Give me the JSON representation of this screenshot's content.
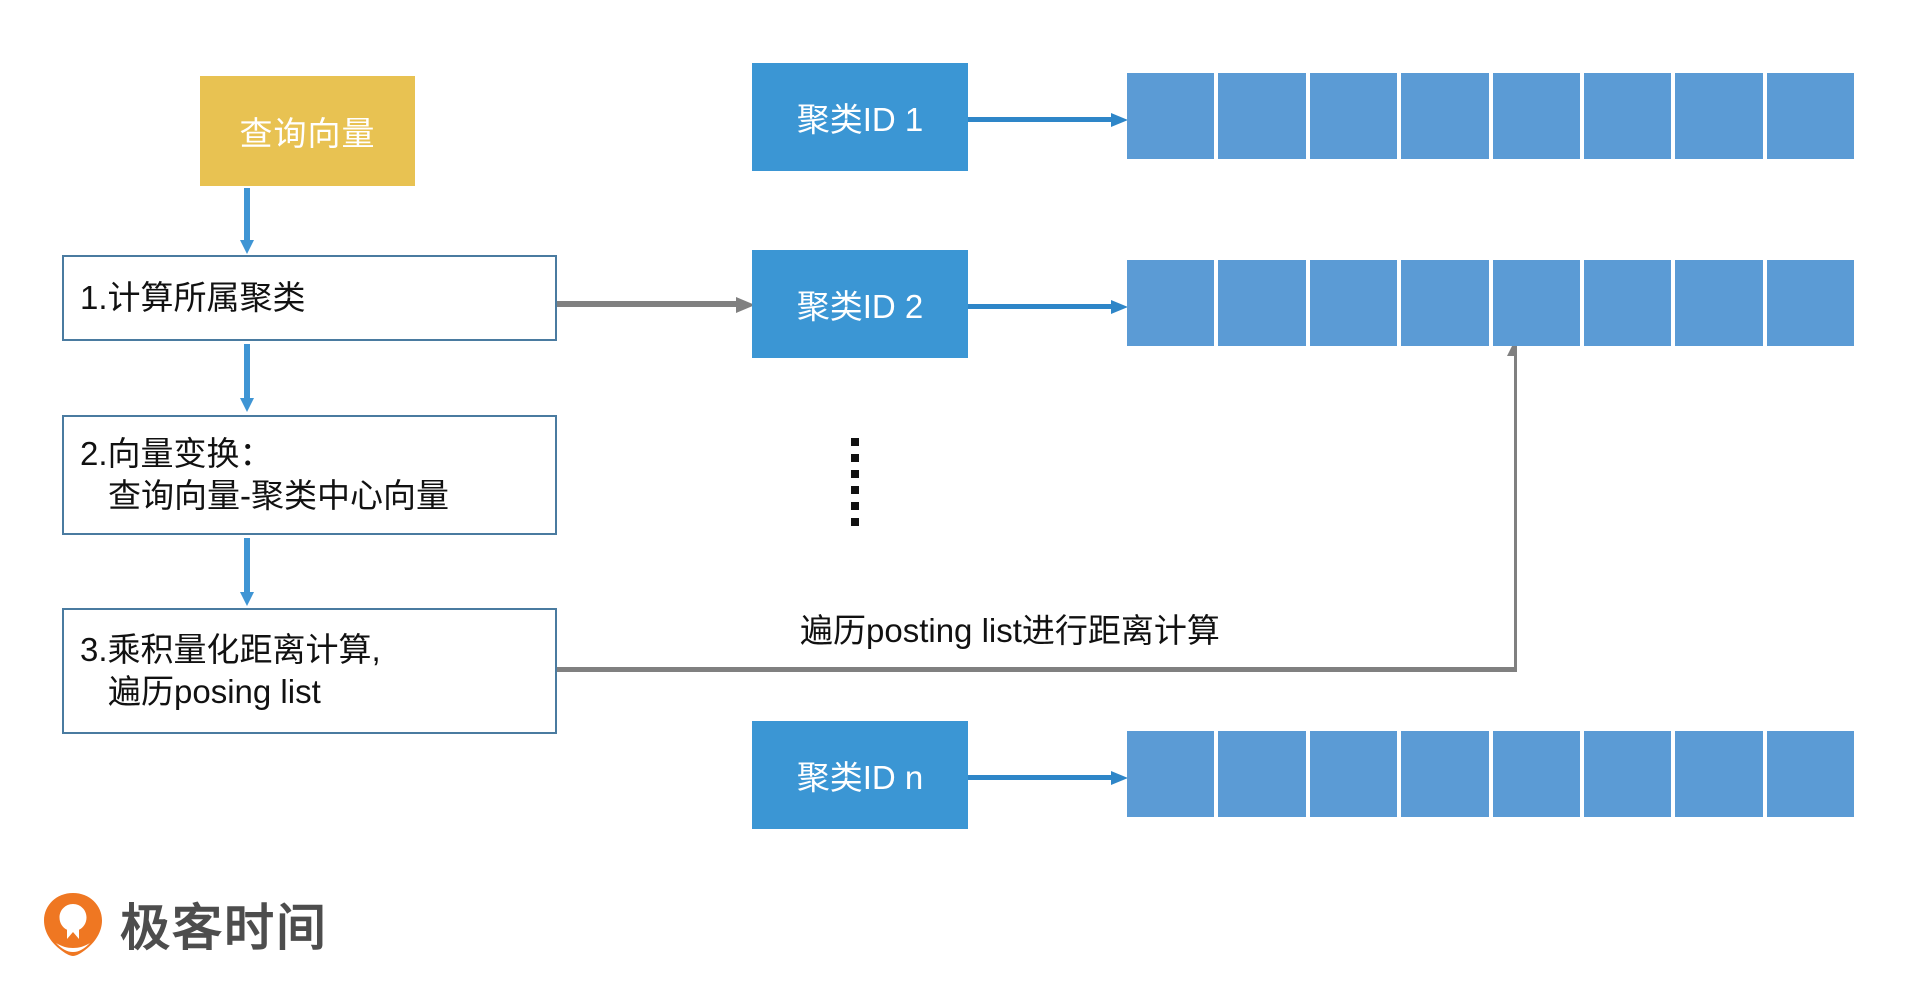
{
  "diagram": {
    "title": "IVFPQ query flow",
    "colors": {
      "query_box": "#e8c252",
      "step_border": "#4a7ba0",
      "cluster_box": "#3b96d4",
      "posting_cell": "#5b9bd5",
      "blue_arrow": "#3f95d4",
      "gray_arrow": "#808080",
      "logo_orange": "#ef7722",
      "logo_text": "#4d4d4d"
    },
    "query": {
      "label": "查询向量"
    },
    "steps": [
      {
        "id": "step-1",
        "line1": "1.计算所属聚类",
        "line2": ""
      },
      {
        "id": "step-2",
        "line1": "2.向量变换：",
        "line2": "查询向量-聚类中心向量"
      },
      {
        "id": "step-3",
        "line1": "3.乘积量化距离计算,",
        "line2": "遍历posing list"
      }
    ],
    "clusters": [
      {
        "label": "聚类ID 1",
        "cells": 8
      },
      {
        "label": "聚类ID 2",
        "cells": 8
      },
      {
        "label": "聚类ID n",
        "cells": 8
      }
    ],
    "ellipsis_dots": 6,
    "traverse_label": "遍历posting list进行距离计算",
    "logo": {
      "text": "极客时间"
    }
  }
}
